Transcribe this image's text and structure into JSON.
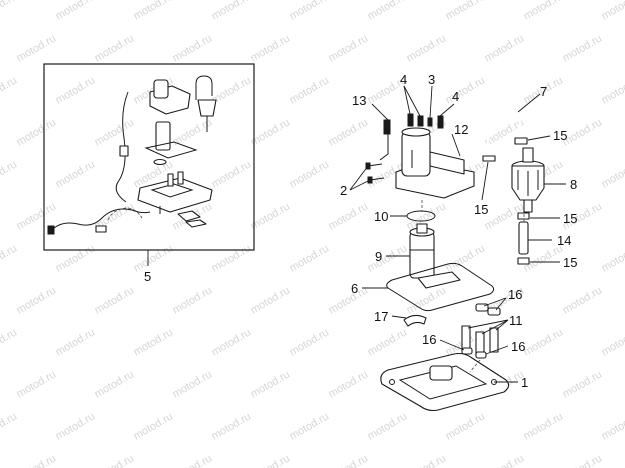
{
  "watermark": "motod.ru",
  "callouts": {
    "c1": "1",
    "c2": "2",
    "c3": "3",
    "c4a": "4",
    "c4b": "4",
    "c5": "5",
    "c6": "6",
    "c7": "7",
    "c8": "8",
    "c9": "9",
    "c10": "10",
    "c11": "11",
    "c12": "12",
    "c13": "13",
    "c14": "14",
    "c15a": "15",
    "c15b": "15",
    "c15c": "15",
    "c15d": "15",
    "c16a": "16",
    "c16b": "16",
    "c16c": "16",
    "c17": "17"
  }
}
